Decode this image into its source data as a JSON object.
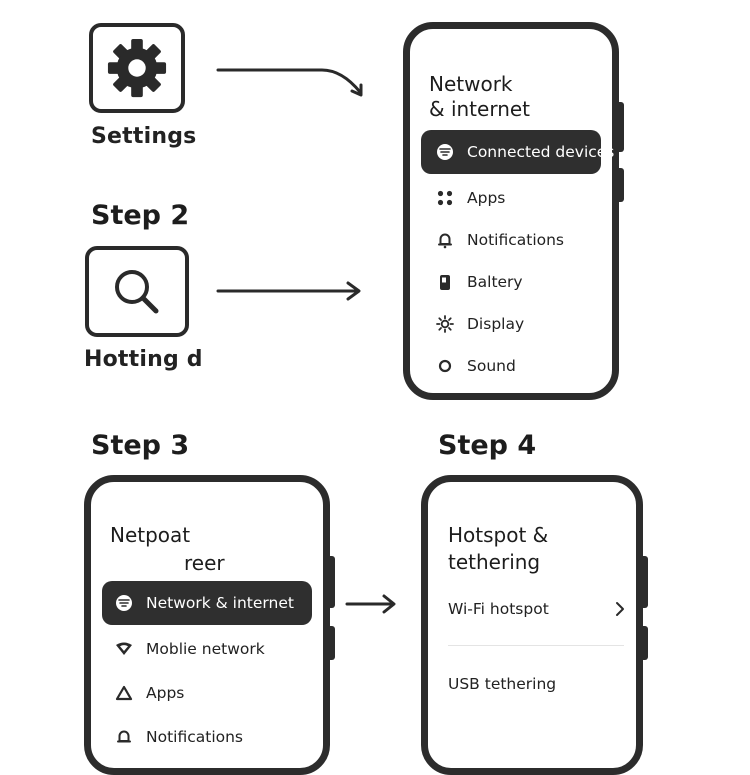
{
  "step1": {
    "icon": "gear-icon",
    "caption": "Settings",
    "phone": {
      "title_line1": "Network",
      "title_line2": "& internet",
      "items": [
        {
          "label": "Connected devices",
          "icon": "wifi-badge-icon",
          "active": true
        },
        {
          "label": "Apps",
          "icon": "apps-grid-icon",
          "active": false
        },
        {
          "label": "Notifications",
          "icon": "bell-icon",
          "active": false
        },
        {
          "label": "Baltery",
          "icon": "battery-icon",
          "active": false
        },
        {
          "label": "Display",
          "icon": "brightness-icon",
          "active": false
        },
        {
          "label": "Sound",
          "icon": "circle-icon",
          "active": false
        }
      ]
    }
  },
  "step2": {
    "heading": "Step 2",
    "icon": "search-icon",
    "caption": "Hotting d"
  },
  "step3": {
    "heading": "Step 3",
    "phone": {
      "title_line1": "Netpoat",
      "title_line2": "reer",
      "items": [
        {
          "label": "Network & internet",
          "icon": "wifi-badge-icon",
          "active": true
        },
        {
          "label": "Moblie network",
          "icon": "signal-icon",
          "active": false
        },
        {
          "label": "Apps",
          "icon": "triangle-icon",
          "active": false
        },
        {
          "label": "Notifications",
          "icon": "bell-icon",
          "active": false
        }
      ]
    }
  },
  "step4": {
    "heading": "Step 4",
    "phone": {
      "title_line1": "Hotspot &",
      "title_line2": "tethering",
      "items": [
        {
          "label": "Wi-Fi hotspot",
          "icon": "chevron-right-icon"
        },
        {
          "label": "USB tethering",
          "icon": ""
        }
      ]
    }
  },
  "colors": {
    "outline": "#2c2c2c",
    "active_bg": "#2f2f2f",
    "active_text": "#ffffff",
    "text": "#1d1d1d"
  }
}
